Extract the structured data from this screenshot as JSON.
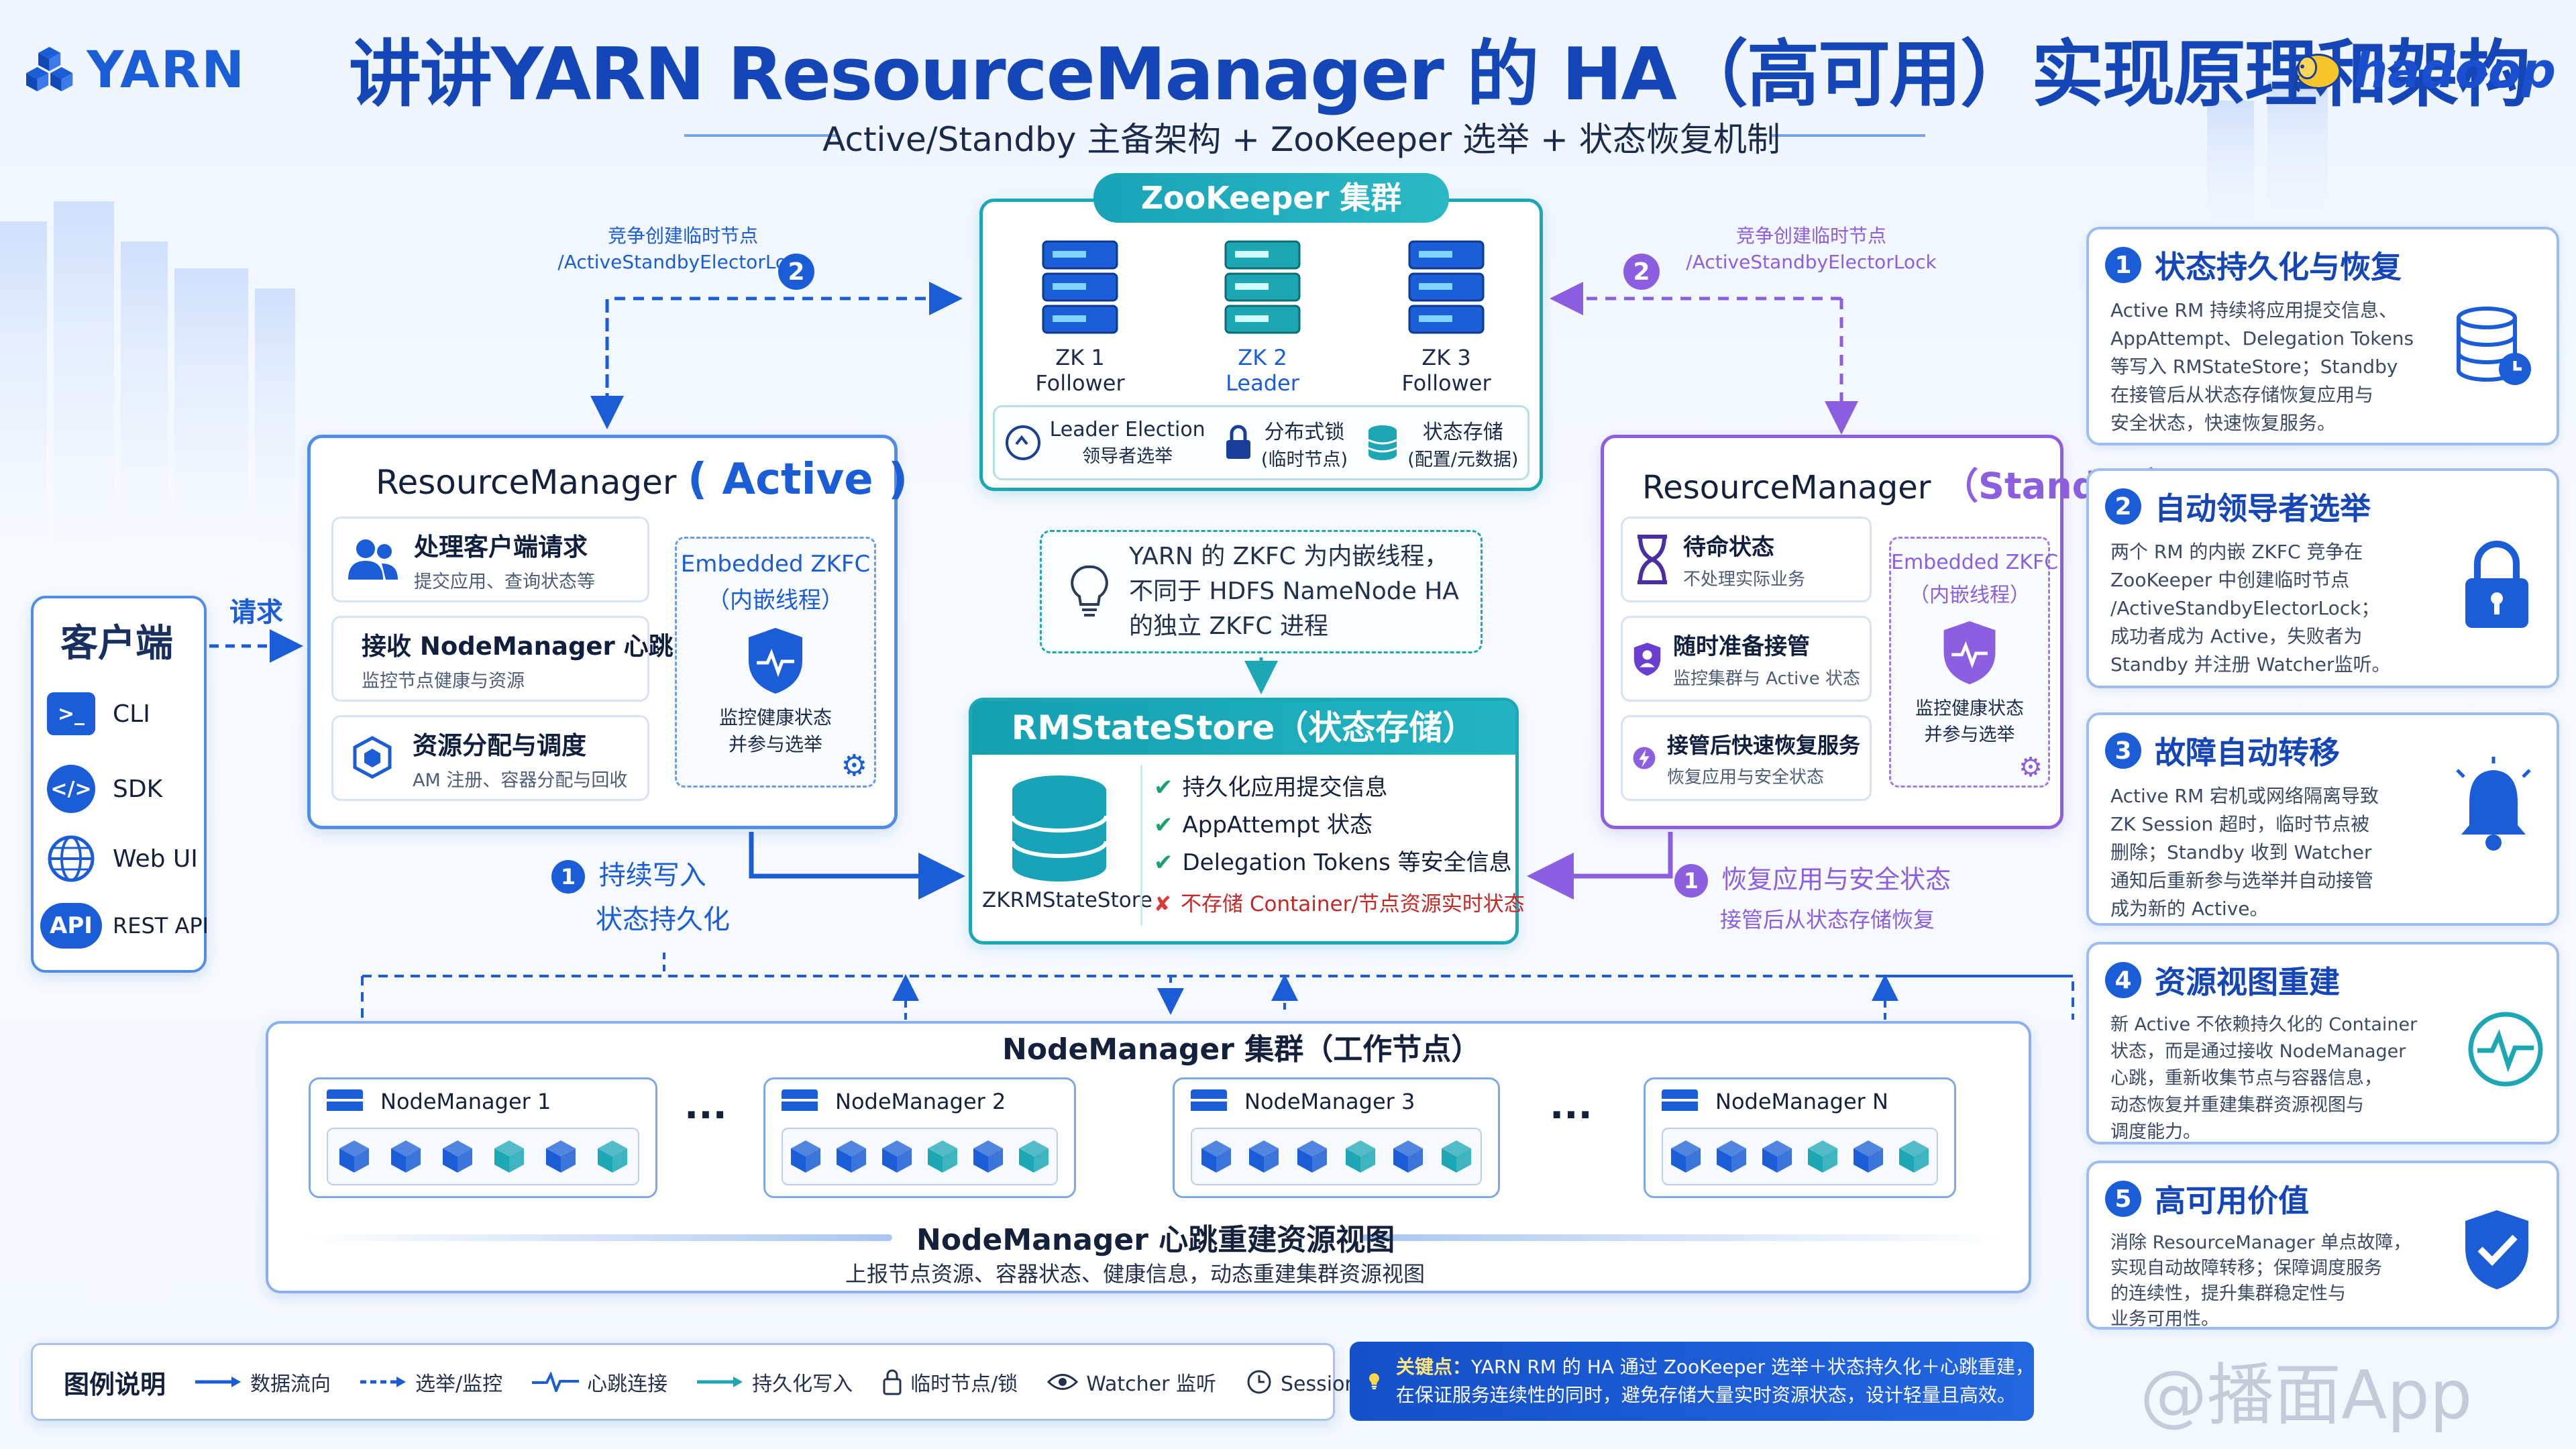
{
  "header": {
    "yarn_logo": "YARN",
    "title": "讲讲YARN ResourceManager 的 HA（高可用）实现原理和架构",
    "subtitle": "Active/Standby 主备架构 + ZooKeeper 选举 + 状态恢复机制",
    "hadoop_logo": "hadoop"
  },
  "client": {
    "title": "客户端",
    "request_label": "请求",
    "items": [
      {
        "icon": "terminal-icon",
        "label": "CLI"
      },
      {
        "icon": "code-icon",
        "label": "SDK"
      },
      {
        "icon": "globe-icon",
        "label": "Web UI"
      },
      {
        "icon": "api-icon",
        "label": "REST API",
        "badge": "API"
      }
    ]
  },
  "zookeeper": {
    "title": "ZooKeeper 集群",
    "nodes": [
      {
        "name": "ZK 1",
        "role": "Follower"
      },
      {
        "name": "ZK 2",
        "role": "Leader"
      },
      {
        "name": "ZK 3",
        "role": "Follower"
      }
    ],
    "features": [
      {
        "icon": "election-icon",
        "line1": "Leader Election",
        "line2": "领导者选举"
      },
      {
        "icon": "lock-icon",
        "line1": "分布式锁",
        "line2": "(临时节点)"
      },
      {
        "icon": "storage-icon",
        "line1": "状态存储",
        "line2": "(配置/元数据)"
      }
    ]
  },
  "election_label": {
    "line1": "竞争创建临时节点",
    "line2": "/ActiveStandbyElectorLock",
    "step": "2"
  },
  "rm_active": {
    "title_prefix": "ResourceManager",
    "title_state": "( Active )",
    "cards": [
      {
        "icon": "users-icon",
        "title": "处理客户端请求",
        "sub": "提交应用、查询状态等"
      },
      {
        "icon": "heartbeat-icon",
        "title": "接收 NodeManager 心跳",
        "sub": "监控节点健康与资源"
      },
      {
        "icon": "cube-network-icon",
        "title": "资源分配与调度",
        "sub": "AM 注册、容器分配与回收"
      }
    ],
    "zkfc": {
      "line1": "Embedded ZKFC",
      "line2": "（内嵌线程）",
      "desc1": "监控健康状态",
      "desc2": "并参与选举"
    }
  },
  "rm_standby": {
    "title_prefix": "ResourceManager",
    "title_state": "（Standby）",
    "cards": [
      {
        "icon": "hourglass-icon",
        "title": "待命状态",
        "sub": "不处理实际业务"
      },
      {
        "icon": "shield-user-icon",
        "title": "随时准备接管",
        "sub": "监控集群与 Active 状态"
      },
      {
        "icon": "lightning-icon",
        "title": "接管后快速恢复服务",
        "sub": "恢复应用与安全状态"
      }
    ],
    "zkfc": {
      "line1": "Embedded ZKFC",
      "line2": "（内嵌线程）",
      "desc1": "监控健康状态",
      "desc2": "并参与选举"
    }
  },
  "zkfc_note": {
    "line1": "YARN 的 ZKFC 为内嵌线程，",
    "line2": "不同于 HDFS NameNode HA",
    "line3": "的独立 ZKFC 进程"
  },
  "rmstatestore": {
    "title": "RMStateStore（状态存储）",
    "db_label": "ZKRMStateStore",
    "checks": [
      "持久化应用提交信息",
      "AppAttempt 状态",
      "Delegation Tokens 等安全信息"
    ],
    "cross": "不存储 Container/节点资源实时状态"
  },
  "persist_label": {
    "step": "1",
    "line1": "持续写入",
    "line2": "状态持久化"
  },
  "recover_label": {
    "step": "1",
    "line1": "恢复应用与安全状态",
    "line2": "接管后从状态存储恢复"
  },
  "nodemanager": {
    "title": "NodeManager 集群（工作节点）",
    "nodes": [
      "NodeManager 1",
      "NodeManager 2",
      "NodeManager 3",
      "NodeManager N"
    ],
    "ellipsis": "···",
    "footer_title": "NodeManager 心跳重建资源视图",
    "footer_sub": "上报节点资源、容器状态、健康信息，动态重建集群资源视图"
  },
  "right_cards": [
    {
      "num": "1",
      "title": "状态持久化与恢复",
      "icon": "database-clock-icon",
      "lines": [
        "Active RM 持续将应用提交信息、",
        "AppAttempt、Delegation Tokens",
        "等写入 RMStateStore；Standby",
        "在接管后从状态存储恢复应用与",
        "安全状态，快速恢复服务。"
      ]
    },
    {
      "num": "2",
      "title": "自动领导者选举",
      "icon": "padlock-icon",
      "lines": [
        "两个 RM 的内嵌 ZKFC 竞争在",
        "ZooKeeper 中创建临时节点",
        "/ActiveStandbyElectorLock；",
        "成功者成为 Active，失败者为",
        "Standby 并注册 Watcher监听。"
      ]
    },
    {
      "num": "3",
      "title": "故障自动转移",
      "icon": "bell-icon",
      "lines": [
        "Active RM 宕机或网络隔离导致",
        "ZK Session 超时，临时节点被",
        "删除；Standby 收到 Watcher",
        "通知后重新参与选举并自动接管",
        "成为新的 Active。"
      ]
    },
    {
      "num": "4",
      "title": "资源视图重建",
      "icon": "pulse-circle-icon",
      "lines": [
        "新 Active 不依赖持久化的 Container",
        "状态，而是通过接收 NodeManager",
        "心跳，重新收集节点与容器信息，",
        "动态恢复并重建集群资源视图与",
        "调度能力。"
      ]
    },
    {
      "num": "5",
      "title": "高可用价值",
      "icon": "shield-check-icon",
      "lines": [
        "消除 ResourceManager 单点故障，",
        "实现自动故障转移；保障调度服务",
        "的连续性，提升集群稳定性与",
        "业务可用性。"
      ]
    }
  ],
  "legend": {
    "title": "图例说明",
    "items": [
      "数据流向",
      "选举/监控",
      "心跳连接",
      "持久化写入",
      "临时节点/锁",
      "Watcher 监听",
      "Session 超时"
    ]
  },
  "key_point": {
    "label": "关键点：",
    "line1": "YARN RM 的 HA 通过 ZooKeeper 选举＋状态持久化＋心跳重建，",
    "line2": "在保证服务连续性的同时，避免存储大量实时资源状态，设计轻量且高效。"
  },
  "watermark": "@播面App",
  "colors": {
    "primary": "#1a5dd6",
    "purple": "#8c5fe0",
    "teal": "#1da7b5",
    "red": "#d93a3a"
  }
}
